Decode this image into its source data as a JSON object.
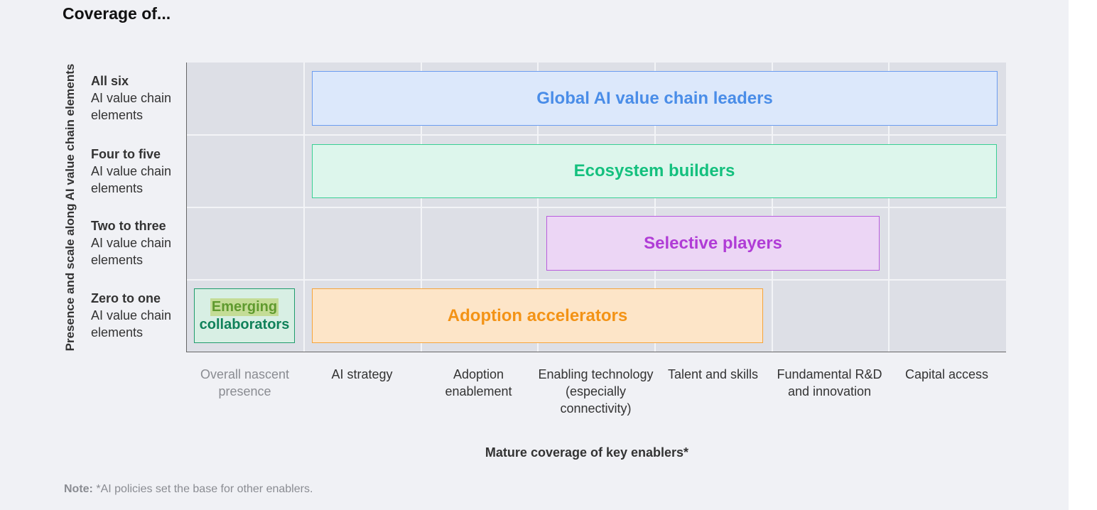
{
  "title": "Coverage of...",
  "y_axis_label": "Presence and scale along AI value chain elements",
  "x_axis_label": "Mature coverage of key enablers*",
  "rows": [
    {
      "lead": "All six",
      "sub": "AI value chain elements"
    },
    {
      "lead": "Four to five",
      "sub": "AI value chain elements"
    },
    {
      "lead": "Two to three",
      "sub": "AI value chain elements"
    },
    {
      "lead": "Zero to one",
      "sub": "AI value chain elements"
    }
  ],
  "columns": [
    "Overall nascent presence",
    "AI strategy",
    "Adoption enablement",
    "Enabling technology (especially connectivity)",
    "Talent and skills",
    "Fundamental R&D and innovation",
    "Capital access"
  ],
  "segments": {
    "global": "Global AI value chain leaders",
    "ecosystem": "Ecosystem builders",
    "selective": "Selective players",
    "adoption": "Adoption accelerators",
    "emerging_line1": "Emerging",
    "emerging_line2": "collaborators"
  },
  "note": {
    "lead": "Note:",
    "text": " *AI policies set the base for other enablers."
  },
  "colors": {
    "global": "#4a8de8",
    "ecosystem": "#14c07e",
    "selective": "#b03cd6",
    "adoption": "#f39316",
    "emerging": "#10815a"
  }
}
